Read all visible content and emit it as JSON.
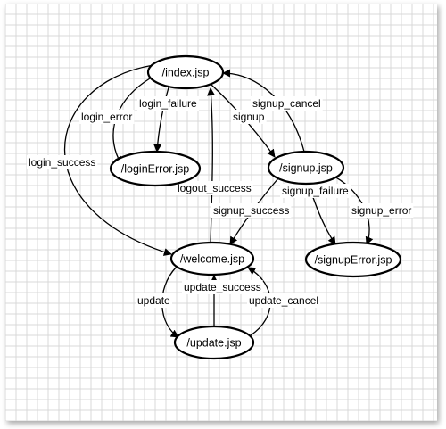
{
  "diagram": {
    "nodes": [
      {
        "id": "index",
        "label": "/index.jsp"
      },
      {
        "id": "loginError",
        "label": "/loginError.jsp"
      },
      {
        "id": "signup",
        "label": "/signup.jsp"
      },
      {
        "id": "welcome",
        "label": "/welcome.jsp"
      },
      {
        "id": "signupError",
        "label": "/signupError.jsp"
      },
      {
        "id": "update",
        "label": "/update.jsp"
      }
    ],
    "edges": [
      {
        "from": "index",
        "to": "loginError",
        "label": "login_error"
      },
      {
        "from": "index",
        "to": "loginError",
        "label": "login_failure"
      },
      {
        "from": "index",
        "to": "welcome",
        "label": "login_success"
      },
      {
        "from": "index",
        "to": "signup",
        "label": "signup"
      },
      {
        "from": "signup",
        "to": "index",
        "label": "signup_cancel"
      },
      {
        "from": "welcome",
        "to": "index",
        "label": "logout_success"
      },
      {
        "from": "signup",
        "to": "welcome",
        "label": "signup_success"
      },
      {
        "from": "signup",
        "to": "signupError",
        "label": "signup_failure"
      },
      {
        "from": "signup",
        "to": "signupError",
        "label": "signup_error"
      },
      {
        "from": "welcome",
        "to": "update",
        "label": "update"
      },
      {
        "from": "update",
        "to": "welcome",
        "label": "update_success"
      },
      {
        "from": "update",
        "to": "welcome",
        "label": "update_cancel"
      }
    ]
  }
}
